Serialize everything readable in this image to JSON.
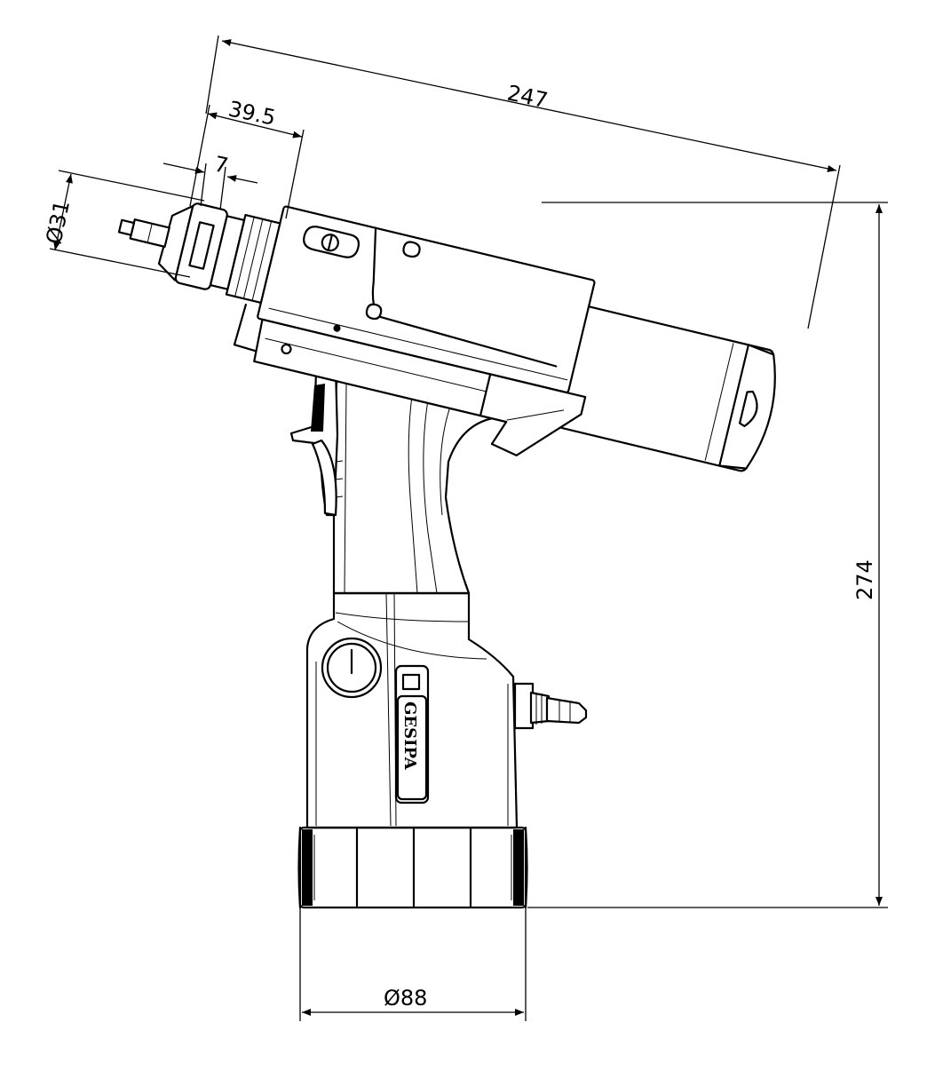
{
  "dimensions": {
    "overall_length": "247",
    "head_length": "39.5",
    "nose_length": "7",
    "nose_diameter": "Ø31",
    "base_diameter": "Ø88",
    "overall_height": "274"
  },
  "brand": {
    "logo_text": "GESIPA"
  },
  "colors": {
    "line": "#000000",
    "background": "#ffffff"
  }
}
